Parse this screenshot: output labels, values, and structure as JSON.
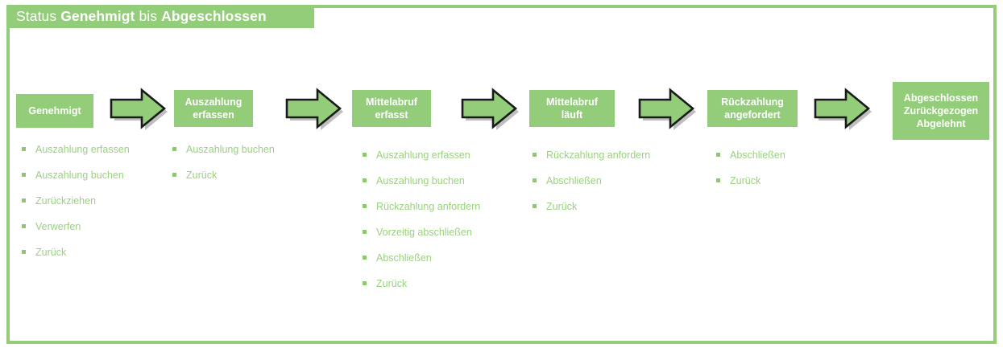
{
  "header": {
    "prefix": "Status ",
    "from_status": "Genehmigt",
    "middle": " bis ",
    "to_status": "Abgeschlossen"
  },
  "colors": {
    "box_green": "#93cd79",
    "list_text_green": "#9ad17f",
    "bullet_green": "#8cc96f",
    "border_green": "#93cd79",
    "arrow_fill": "#93cd79",
    "arrow_outline": "#1a1a1a",
    "box_text": "#ffffff",
    "background": "#ffffff"
  },
  "columns": [
    {
      "status_lines": [
        "Genehmigt"
      ],
      "actions": [
        "Auszahlung erfassen",
        "Auszahlung buchen",
        "Zurückziehen",
        "Verwerfen",
        "Zurück"
      ]
    },
    {
      "status_lines": [
        "Auszahlung",
        "erfassen"
      ],
      "actions": [
        "Auszahlung buchen",
        "Zurück"
      ]
    },
    {
      "status_lines": [
        "Mittelabruf",
        "erfasst"
      ],
      "actions": [
        "Auszahlung erfassen",
        "Auszahlung buchen",
        "Rückzahlung anfordern",
        "Vorzeitig abschließen",
        "Abschließen",
        "Zurück"
      ]
    },
    {
      "status_lines": [
        "Mittelabruf",
        "läuft"
      ],
      "actions": [
        "Rückzahlung anfordern",
        "Abschließen",
        "Zurück"
      ]
    },
    {
      "status_lines": [
        "Rückzahlung",
        "angefordert"
      ],
      "actions": [
        "Abschließen",
        "Zurück"
      ]
    },
    {
      "status_lines": [
        "Abgeschlossen",
        "Zurückgezogen",
        "Abgelehnt"
      ],
      "actions": []
    }
  ],
  "arrows": [
    {
      "name": "arrow-1"
    },
    {
      "name": "arrow-2"
    },
    {
      "name": "arrow-3"
    },
    {
      "name": "arrow-4"
    },
    {
      "name": "arrow-5"
    }
  ]
}
